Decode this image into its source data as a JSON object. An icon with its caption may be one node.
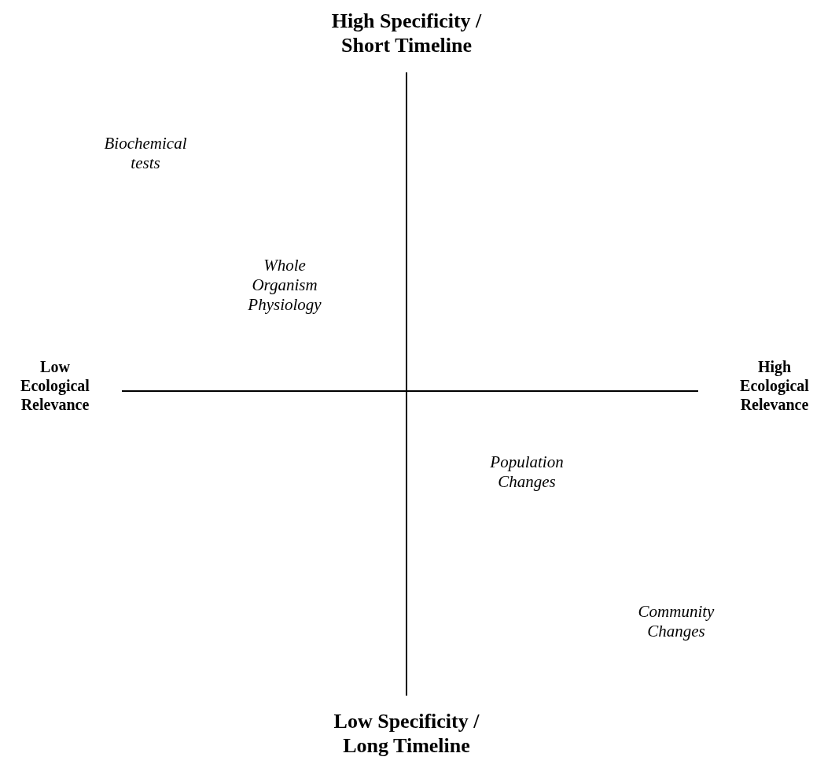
{
  "diagram": {
    "labels": [
      "High Specificity / Short Timeline",
      "Biochemical tests",
      "Whole Organism Physiology",
      "Low Ecological Relevance",
      "High Ecological Relevance",
      "Population Changes",
      "Community Changes",
      "Low Specificity / Long Timeline"
    ]
  }
}
